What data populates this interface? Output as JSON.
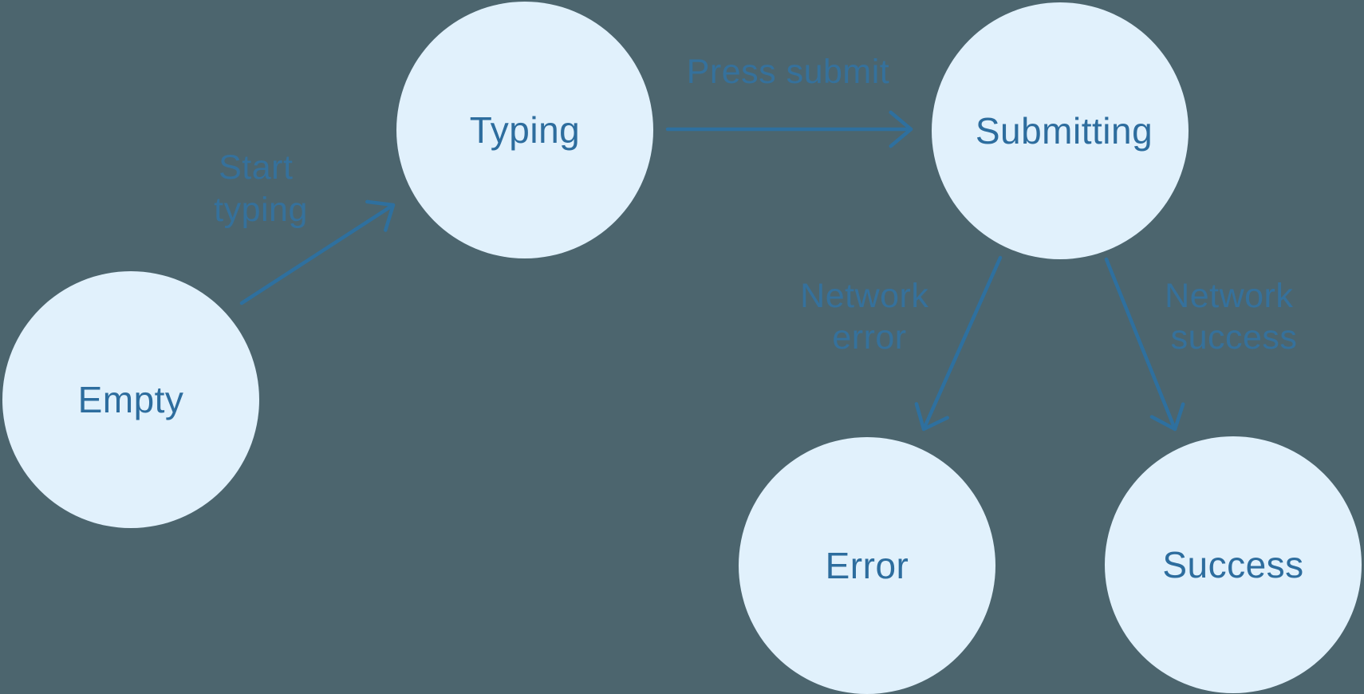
{
  "colors": {
    "background": "#4C656E",
    "node_fill": "#E1F1FC",
    "node_label_text": "#2D6D9E",
    "arrow": "#2E709F",
    "edge_label_text": "#35719C"
  },
  "diagram": {
    "type": "state-machine",
    "nodes": [
      {
        "id": "empty",
        "label": "Empty"
      },
      {
        "id": "typing",
        "label": "Typing"
      },
      {
        "id": "submitting",
        "label": "Submitting"
      },
      {
        "id": "error",
        "label": "Error"
      },
      {
        "id": "success",
        "label": "Success"
      }
    ],
    "edges": [
      {
        "from": "empty",
        "to": "typing",
        "label": "Start typing",
        "label_lines": [
          "Start",
          "typing"
        ]
      },
      {
        "from": "typing",
        "to": "submitting",
        "label": "Press submit",
        "label_lines": [
          "Press submit"
        ]
      },
      {
        "from": "submitting",
        "to": "error",
        "label": "Network error",
        "label_lines": [
          "Network",
          "error"
        ]
      },
      {
        "from": "submitting",
        "to": "success",
        "label": "Network success",
        "label_lines": [
          "Network",
          "success"
        ]
      }
    ]
  }
}
